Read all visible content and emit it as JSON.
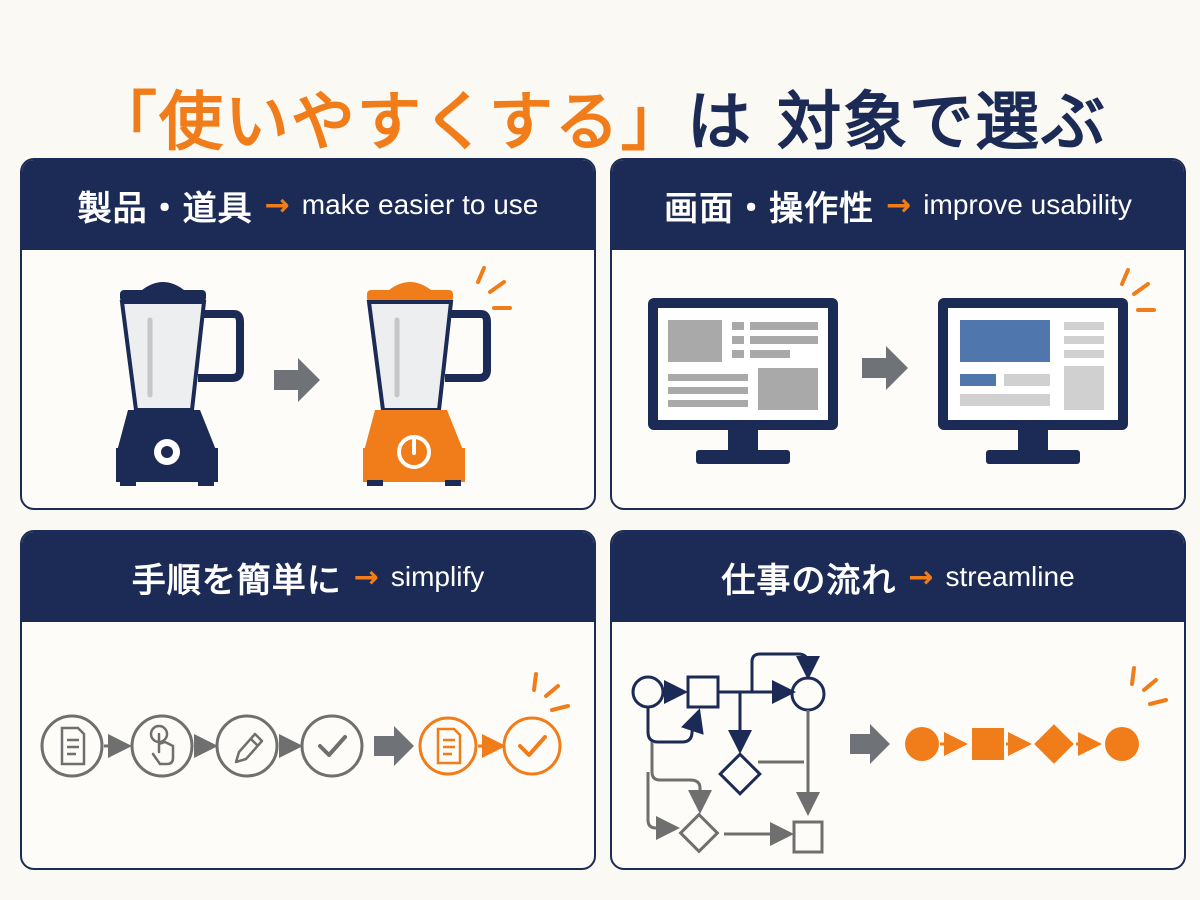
{
  "title": {
    "highlight": "「使いやすくする」",
    "rest": "は 対象で選ぶ"
  },
  "cards": [
    {
      "jp": "製品・道具",
      "arrow": "→",
      "en": "make easier to use"
    },
    {
      "jp": "画面・操作性",
      "arrow": "→",
      "en": "improve usability"
    },
    {
      "jp": "手順を簡単に",
      "arrow": "→",
      "en": "simplify"
    },
    {
      "jp": "仕事の流れ",
      "arrow": "→",
      "en": "streamline"
    }
  ],
  "colors": {
    "navy": "#1b2b55",
    "orange": "#f07d1a",
    "gray": "#6f6f6f",
    "blue": "#4f77ad",
    "background": "#fbf9f4"
  }
}
